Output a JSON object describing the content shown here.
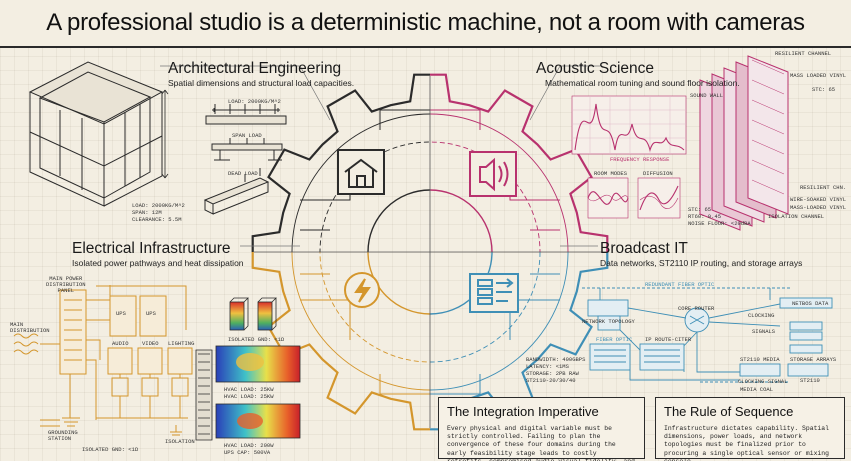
{
  "title": "A professional studio is a deterministic machine, not a room with cameras",
  "colors": {
    "architecture": "#2b2b2b",
    "acoustic": "#b8326e",
    "electrical": "#d4962c",
    "broadcast": "#3f8fb6",
    "background": "#f3eee2"
  },
  "quadrants": {
    "architecture": {
      "title": "Architectural Engineering",
      "subtitle": "Spatial dimensions and structural load capacities.",
      "icon": "house-icon"
    },
    "acoustic": {
      "title": "Acoustic Science",
      "subtitle": "Mathematical room tuning and sound floor isolation.",
      "icon": "speaker-icon"
    },
    "electrical": {
      "title": "Electrical Infrastructure",
      "subtitle": "Isolated power pathways and heat dissipation",
      "icon": "lightning-icon"
    },
    "broadcast": {
      "title": "Broadcast IT",
      "subtitle": "Data networks, ST2110 IP routing, and storage arrays",
      "icon": "server-icon"
    }
  },
  "arch_annotations": {
    "load_top": "LOAD: 2000KG/M^2",
    "span_load": "SPAN LOAD",
    "dead_load": "DEAD LOAD",
    "specs": [
      "LOAD: 2000KG/M^2",
      "SPAN: 12M",
      "CLEARANCE: 5.5M"
    ]
  },
  "acoustic_annotations": {
    "freq_label": "FREQUENCY RESPONSE",
    "room_modes": "ROOM MODES",
    "diffusion": "DIFFUSION",
    "layers": [
      "RESILIENT CHANNEL",
      "MASS LOADED VINYL",
      "STC: 65",
      "SOUND WALL",
      "RESILIENT CHN.",
      "WIRE-SOAKED VINYL",
      "MASS-LOADED VINYL",
      "ISOLATION CHANNEL"
    ],
    "specs": [
      "STC: 65",
      "RT60: 0.45",
      "NOISE FLOOR: <20dBA"
    ]
  },
  "electrical_annotations": {
    "panel": [
      "MAIN POWER",
      "DISTRIBUTION",
      "PANEL"
    ],
    "main": [
      "MAIN",
      "DISTRIBUTION"
    ],
    "ups_a": "UPS",
    "ups_b": "UPS",
    "circuits": [
      "AUDIO",
      "VIDEO",
      "LIGHTING"
    ],
    "isolated_gnd_top": "ISOLATED GND: <1Ω",
    "thermal_1": [
      "HVAC LOAD: 25KW",
      "HVAC LOAD: 25KW"
    ],
    "thermal_2": [
      "HVAC LOAD: 200W",
      "UPS CAP: 500VA"
    ],
    "grounding": [
      "GROUNDING",
      "STATION"
    ],
    "isolation": "ISOLATION",
    "isolated_gnd_bottom": "ISOLATED GND: <1Ω"
  },
  "broadcast_annotations": {
    "fiber_top": "REDUNDANT FIBER OPTIC",
    "network_topology": "NETWORK TOPOLOGY",
    "core_router": "CORE ROUTER",
    "ip_router": "IP ROUTE-CITER",
    "fiber_optic": "FIBER OPTIC",
    "netbos": "NETBOS DATA",
    "clocking": "CLOCKING",
    "signals": "SIGNALS",
    "storage": "STORAGE ARRAYS",
    "st2110_label": "ST2110 MEDIA",
    "st2110": "ST2110",
    "clocking_signal": "CLOCKING SIGNAL",
    "media_coal": "MEDIA COAL",
    "specs": [
      "BANDWIDTH: 400GBPS",
      "LATENCY: <1MS",
      "STORAGE: 2PB RAW",
      "ST2110-20/30/40"
    ]
  },
  "info_boxes": [
    {
      "title": "The Integration Imperative",
      "body": "Every physical and digital variable must be strictly controlled. Failing to plan the convergence of these four domains during the early feasibility stage leads to costly retrofits, compromised audio-visual fidelity, and severe limitations on commercial viability."
    },
    {
      "title": "The Rule of Sequence",
      "body": "Infrastructure dictates capability. Spatial dimensions, power loads, and network topologies must be finalized prior to procuring a single optical sensor or mixing console."
    }
  ]
}
